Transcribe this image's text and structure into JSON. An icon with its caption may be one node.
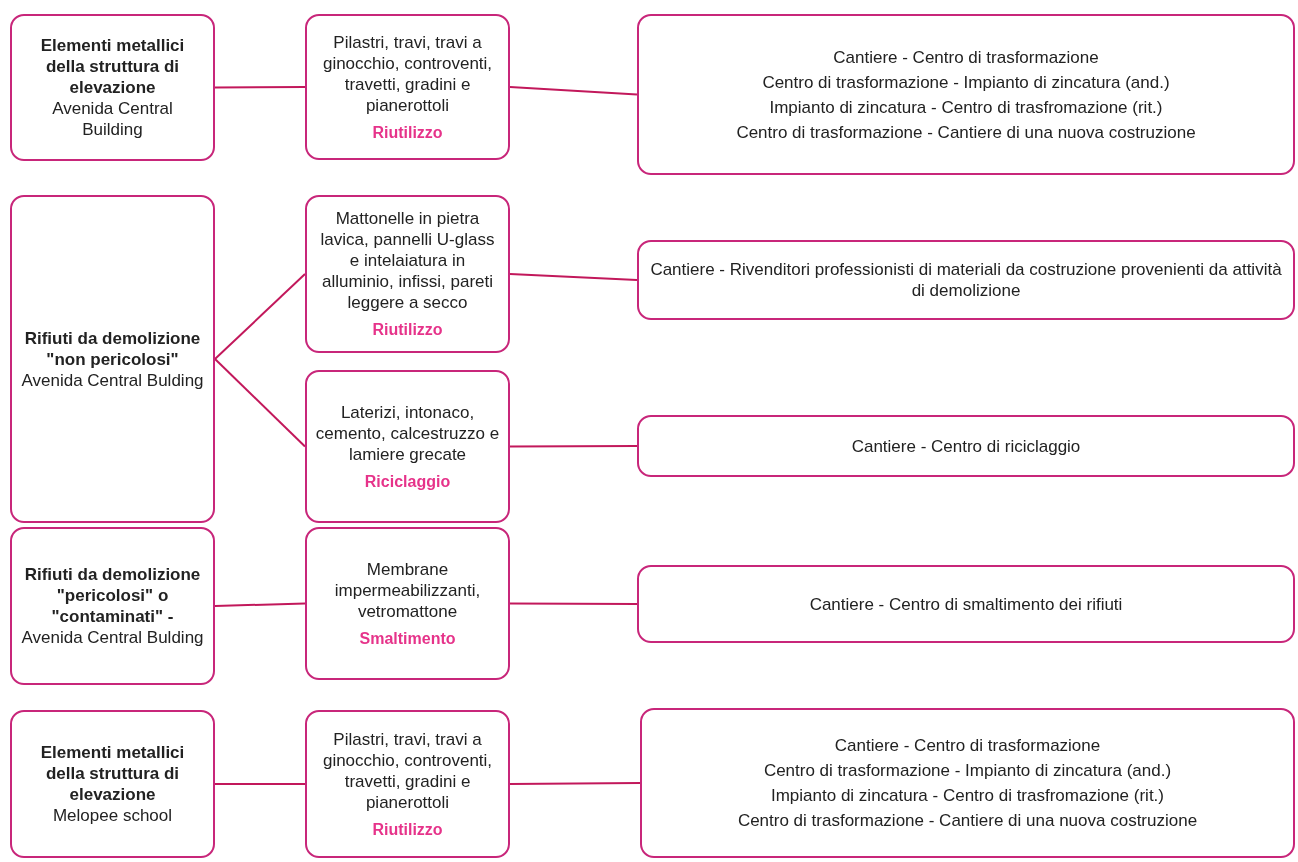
{
  "diagram": {
    "nodes": [
      {
        "text": [
          "Elementi metallici della struttura di elevazione",
          "Avenida Central Building"
        ]
      },
      {
        "text": [
          "Pilastri, travi, travi a ginocchio, controventi, travetti, gradini e pianerottoli",
          "Riutilizzo"
        ]
      },
      {
        "text": [
          "Cantiere - Centro di trasformazione",
          "Centro di trasformazione - Impianto di  zincatura (and.)",
          "Impianto di zincatura - Centro di trasfromazione (rit.)",
          "Centro di trasformazione - Cantiere di una nuova costruzione"
        ]
      },
      {
        "text": [
          "Rifiuti da demolizione \"non pericolosi\"",
          "Avenida Central Bulding"
        ]
      },
      {
        "text": [
          "Mattonelle in pietra lavica, pannelli U-glass e intelaiatura in alluminio, infissi, pareti leggere a secco",
          "Riutilizzo"
        ]
      },
      {
        "text": [
          "Cantiere - Rivenditori professionisti di materiali da costruzione provenienti da attività di demolizione"
        ]
      },
      {
        "text": [
          "Laterizi, intonaco, cemento, calcestruzzo e lamiere grecate",
          "Riciclaggio"
        ]
      },
      {
        "text": [
          "Cantiere - Centro di riciclaggio"
        ]
      },
      {
        "text": [
          "Rifiuti da demolizione \"pericolosi\" o \"contaminati\" -",
          "Avenida Central Bulding"
        ]
      },
      {
        "text": [
          "Membrane impermeabilizzanti, vetromattone",
          "Smaltimento"
        ]
      },
      {
        "text": [
          "Cantiere - Centro di smaltimento dei rifiuti"
        ]
      },
      {
        "text": [
          "Elementi metallici della struttura di elevazione",
          "Melopee school"
        ]
      },
      {
        "text": [
          "Pilastri, travi, travi a ginocchio, controventi, travetti, gradini e pianerottoli",
          "Riutilizzo"
        ]
      },
      {
        "text": [
          "Cantiere - Centro di trasformazione",
          "Centro di trasformazione - Impianto di  zincatura (and.)",
          "Impianto di zincatura - Centro di trasfromazione (rit.)",
          "Centro di trasformazione - Cantiere di una nuova costruzione"
        ]
      }
    ],
    "edges": [
      {
        "from": 0,
        "to": 1,
        "arrow": "none"
      },
      {
        "from": 1,
        "to": 2,
        "arrow": "none"
      },
      {
        "from": 3,
        "to": 4,
        "arrow": "none"
      },
      {
        "from": 4,
        "to": 5,
        "arrow": "none"
      },
      {
        "from": 3,
        "to": 6,
        "arrow": "none"
      },
      {
        "from": 6,
        "to": 7,
        "arrow": "none"
      },
      {
        "from": 8,
        "to": 9,
        "arrow": "none"
      },
      {
        "from": 9,
        "to": 10,
        "arrow": "none"
      },
      {
        "from": 11,
        "to": 12,
        "arrow": "none"
      },
      {
        "from": 12,
        "to": 13,
        "arrow": "none"
      }
    ]
  }
}
